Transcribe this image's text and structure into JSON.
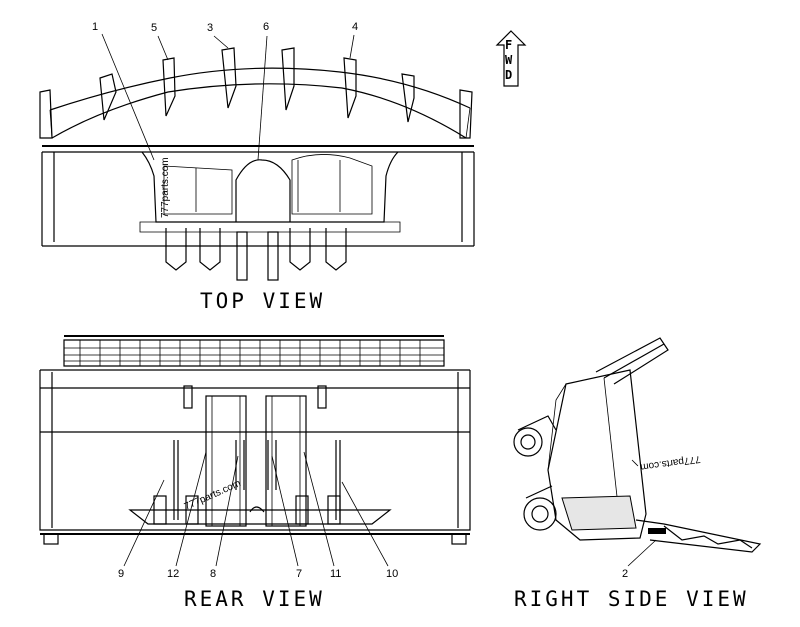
{
  "fwd_indicator": {
    "letters": [
      "F",
      "W",
      "D"
    ]
  },
  "views": {
    "top": {
      "title": "TOP VIEW"
    },
    "rear": {
      "title": "REAR VIEW"
    },
    "right_side": {
      "title": "RIGHT SIDE VIEW"
    }
  },
  "callouts": {
    "top": [
      "1",
      "5",
      "3",
      "6",
      "4"
    ],
    "rear": [
      "9",
      "12",
      "8",
      "7",
      "11",
      "10"
    ],
    "side": [
      "2"
    ]
  },
  "watermark": "777parts.com"
}
